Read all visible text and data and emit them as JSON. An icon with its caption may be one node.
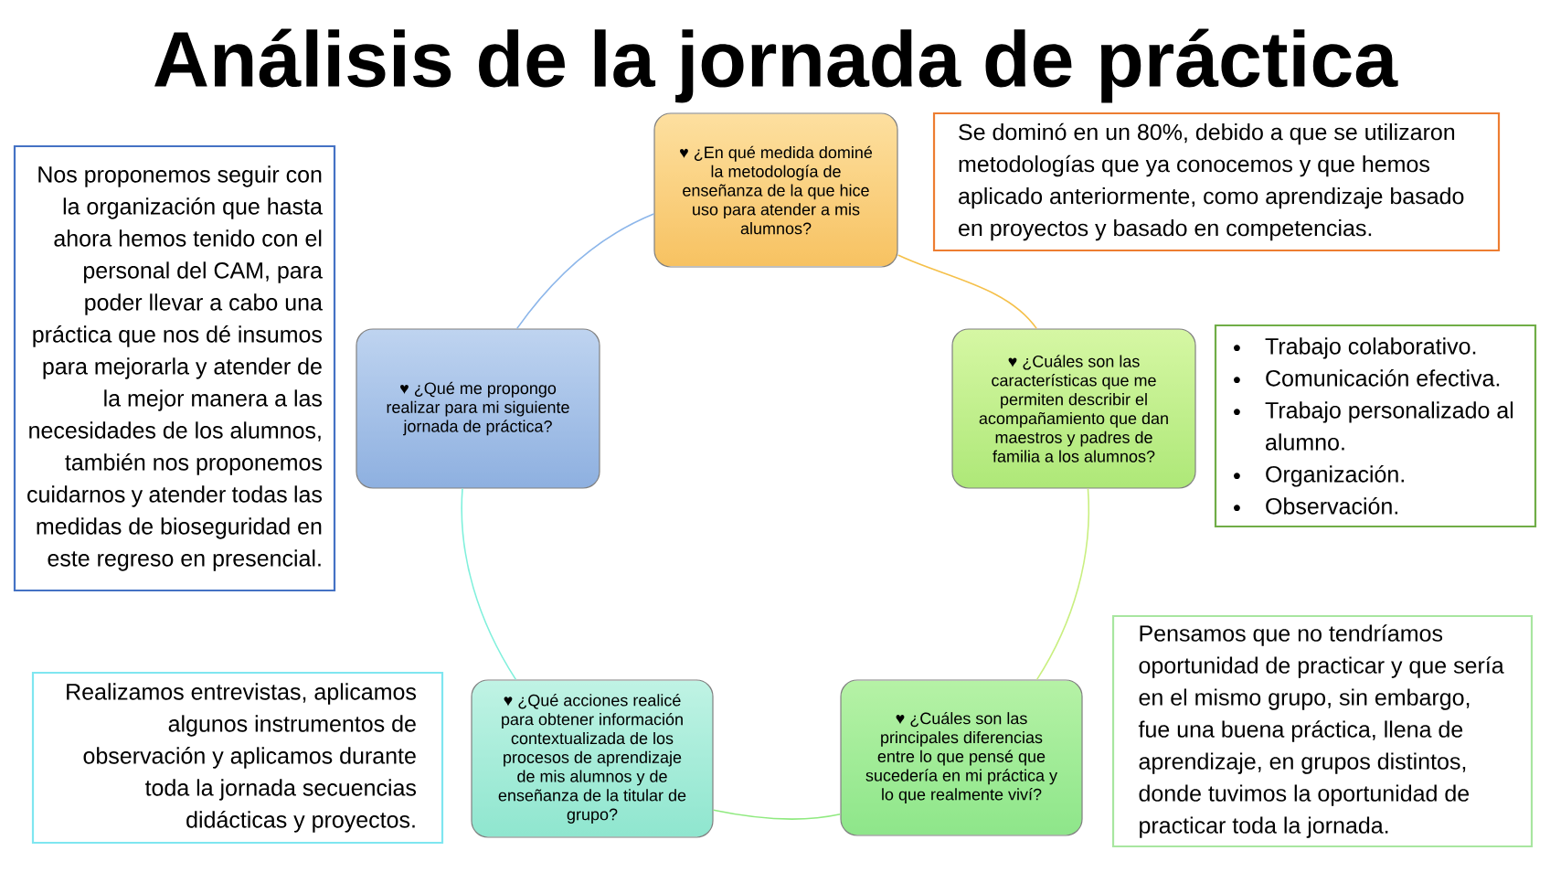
{
  "diagram": {
    "title": "Análisis de la jornada de práctica",
    "nodes": [
      {
        "text": [
          "♥ ¿En qué medida dominé la metodología de enseñanza de la que hice uso para atender a mis alumnos?"
        ]
      },
      {
        "text": [
          "Se dominó en un 80%, debido a que se utilizaron metodologías que ya conocemos y que hemos aplicado anteriormente, como aprendizaje basado en proyectos y basado en competencias."
        ]
      },
      {
        "text": [
          "♥ ¿Cuáles son las características que me permiten describir el acompañamiento que dan maestros y padres de familia a los alumnos?"
        ]
      },
      {
        "text": [
          "Trabajo colaborativo.",
          "Comunicación efectiva.",
          "Trabajo personalizado al alumno.",
          "Organización.",
          "Observación."
        ]
      },
      {
        "text": [
          "♥ ¿Cuáles son las principales diferencias entre lo que pensé que sucedería en mi práctica y lo que realmente viví?"
        ]
      },
      {
        "text": [
          "Pensamos que no tendríamos oportunidad de practicar y que sería en el mismo grupo, sin embargo, fue una buena práctica, llena de aprendizaje, en grupos distintos, donde tuvimos la oportunidad de practicar toda la jornada."
        ]
      },
      {
        "text": [
          "♥ ¿Qué acciones realicé para obtener información contextualizada de los procesos de aprendizaje de mis alumnos y de enseñanza de la titular de grupo?"
        ]
      },
      {
        "text": [
          "Realizamos entrevistas, aplicamos algunos instrumentos de observación y aplicamos durante toda la jornada secuencias didácticas y proyectos."
        ]
      },
      {
        "text": [
          "♥ ¿Qué me propongo realizar para mi siguiente jornada de práctica?"
        ]
      },
      {
        "text": [
          "Nos proponemos seguir con la organización que hasta ahora hemos tenido con el personal del CAM, para poder llevar a cabo una práctica que nos dé insumos para mejorarla y atender de la mejor manera a las necesidades de los alumnos, también nos proponemos cuidarnos y atender todas las medidas de bioseguridad en este regreso en presencial."
        ]
      }
    ],
    "edges": [
      {
        "from": 0,
        "to": 2,
        "arrow": "none",
        "color": "#f5c04a"
      },
      {
        "from": 2,
        "to": 4,
        "arrow": "none",
        "color": "#c9ef80"
      },
      {
        "from": 4,
        "to": 6,
        "arrow": "none",
        "color": "#90ea80"
      },
      {
        "from": 6,
        "to": 8,
        "arrow": "none",
        "color": "#80f0dc"
      },
      {
        "from": 8,
        "to": 0,
        "arrow": "none",
        "color": "#8cb6ea"
      }
    ]
  }
}
